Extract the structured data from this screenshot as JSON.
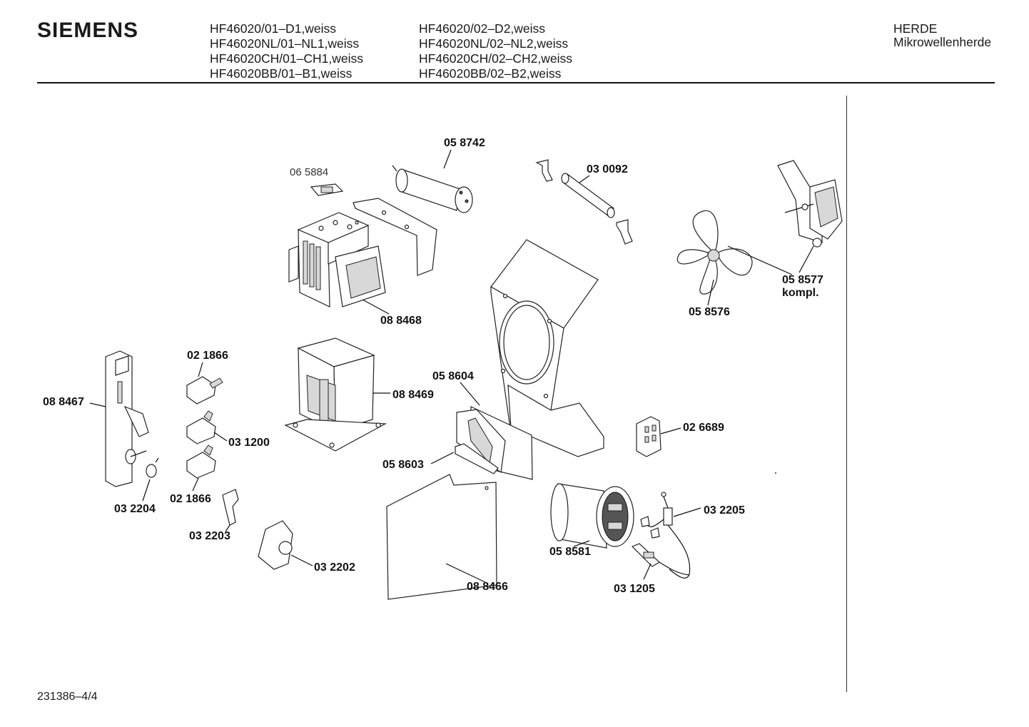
{
  "header": {
    "brand": "SIEMENS",
    "models_col1": [
      "HF46020/01–D1,weiss",
      "HF46020NL/01–NL1,weiss",
      "HF46020CH/01–CH1,weiss",
      "HF46020BB/01–B1,weiss"
    ],
    "models_col2": [
      "HF46020/02–D2,weiss",
      "HF46020NL/02–NL2,weiss",
      "HF46020CH/02–CH2,weiss",
      "HF46020BB/02–B2,weiss"
    ],
    "category": "HERDE",
    "subcategory": "Mikrowellenherde"
  },
  "parts": {
    "p058742": "05 8742",
    "p065884": "06 5884",
    "p030092": "03 0092",
    "p058577": "05 8577",
    "p058577b": "kompl.",
    "p058576": "05 8576",
    "p088468": "08 8468",
    "p021866a": "02 1866",
    "p088467": "08 8467",
    "p088469": "08 8469",
    "p058604": "05 8604",
    "p031200": "03 1200",
    "p026689": "02 6689",
    "p058603": "05 8603",
    "p021866b": "02 1866",
    "p032204": "03 2204",
    "p032205": "03 2205",
    "p032203": "03 2203",
    "p058581": "05 8581",
    "p032202": "03 2202",
    "p088466": "08 8466",
    "p031205": "03 1205"
  },
  "footer": {
    "drawing_number": "231386–4/4"
  }
}
